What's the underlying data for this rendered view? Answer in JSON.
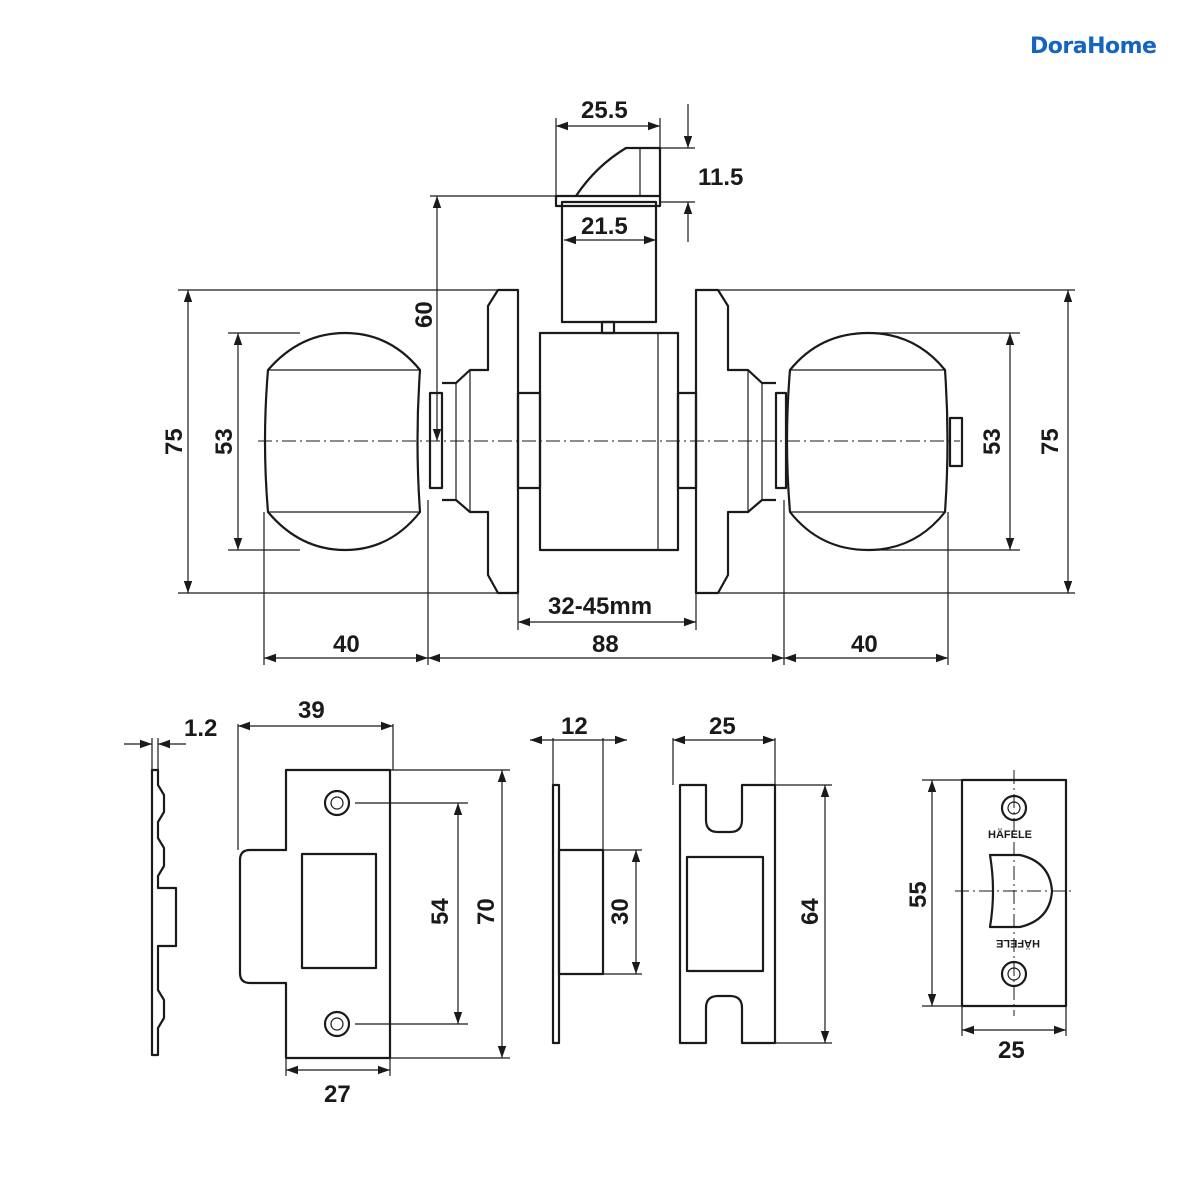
{
  "brand": {
    "name": "DoraHome",
    "color": "#1565c0"
  },
  "dimensions": {
    "bolt_face_width": "25.5",
    "bolt_height": "11.5",
    "bolt_body_width": "21.5",
    "backset": "60",
    "rose_diameter": "75",
    "knob_diameter": "53",
    "door_thickness": "32-45mm",
    "knob_projection_left": "40",
    "spindle_length": "88",
    "knob_projection_right": "40",
    "faceplate_thickness": "1.2",
    "strike_width": "39",
    "strike_hole_spacing": "54",
    "strike_height": "70",
    "strike_lip_width": "27",
    "latch_depth": "12",
    "latch_height": "30",
    "faceplate_width": "25",
    "faceplate_height": "64",
    "latch_face_height": "55",
    "latch_face_width": "25"
  },
  "markings": {
    "manufacturer": "HÄFELE"
  }
}
